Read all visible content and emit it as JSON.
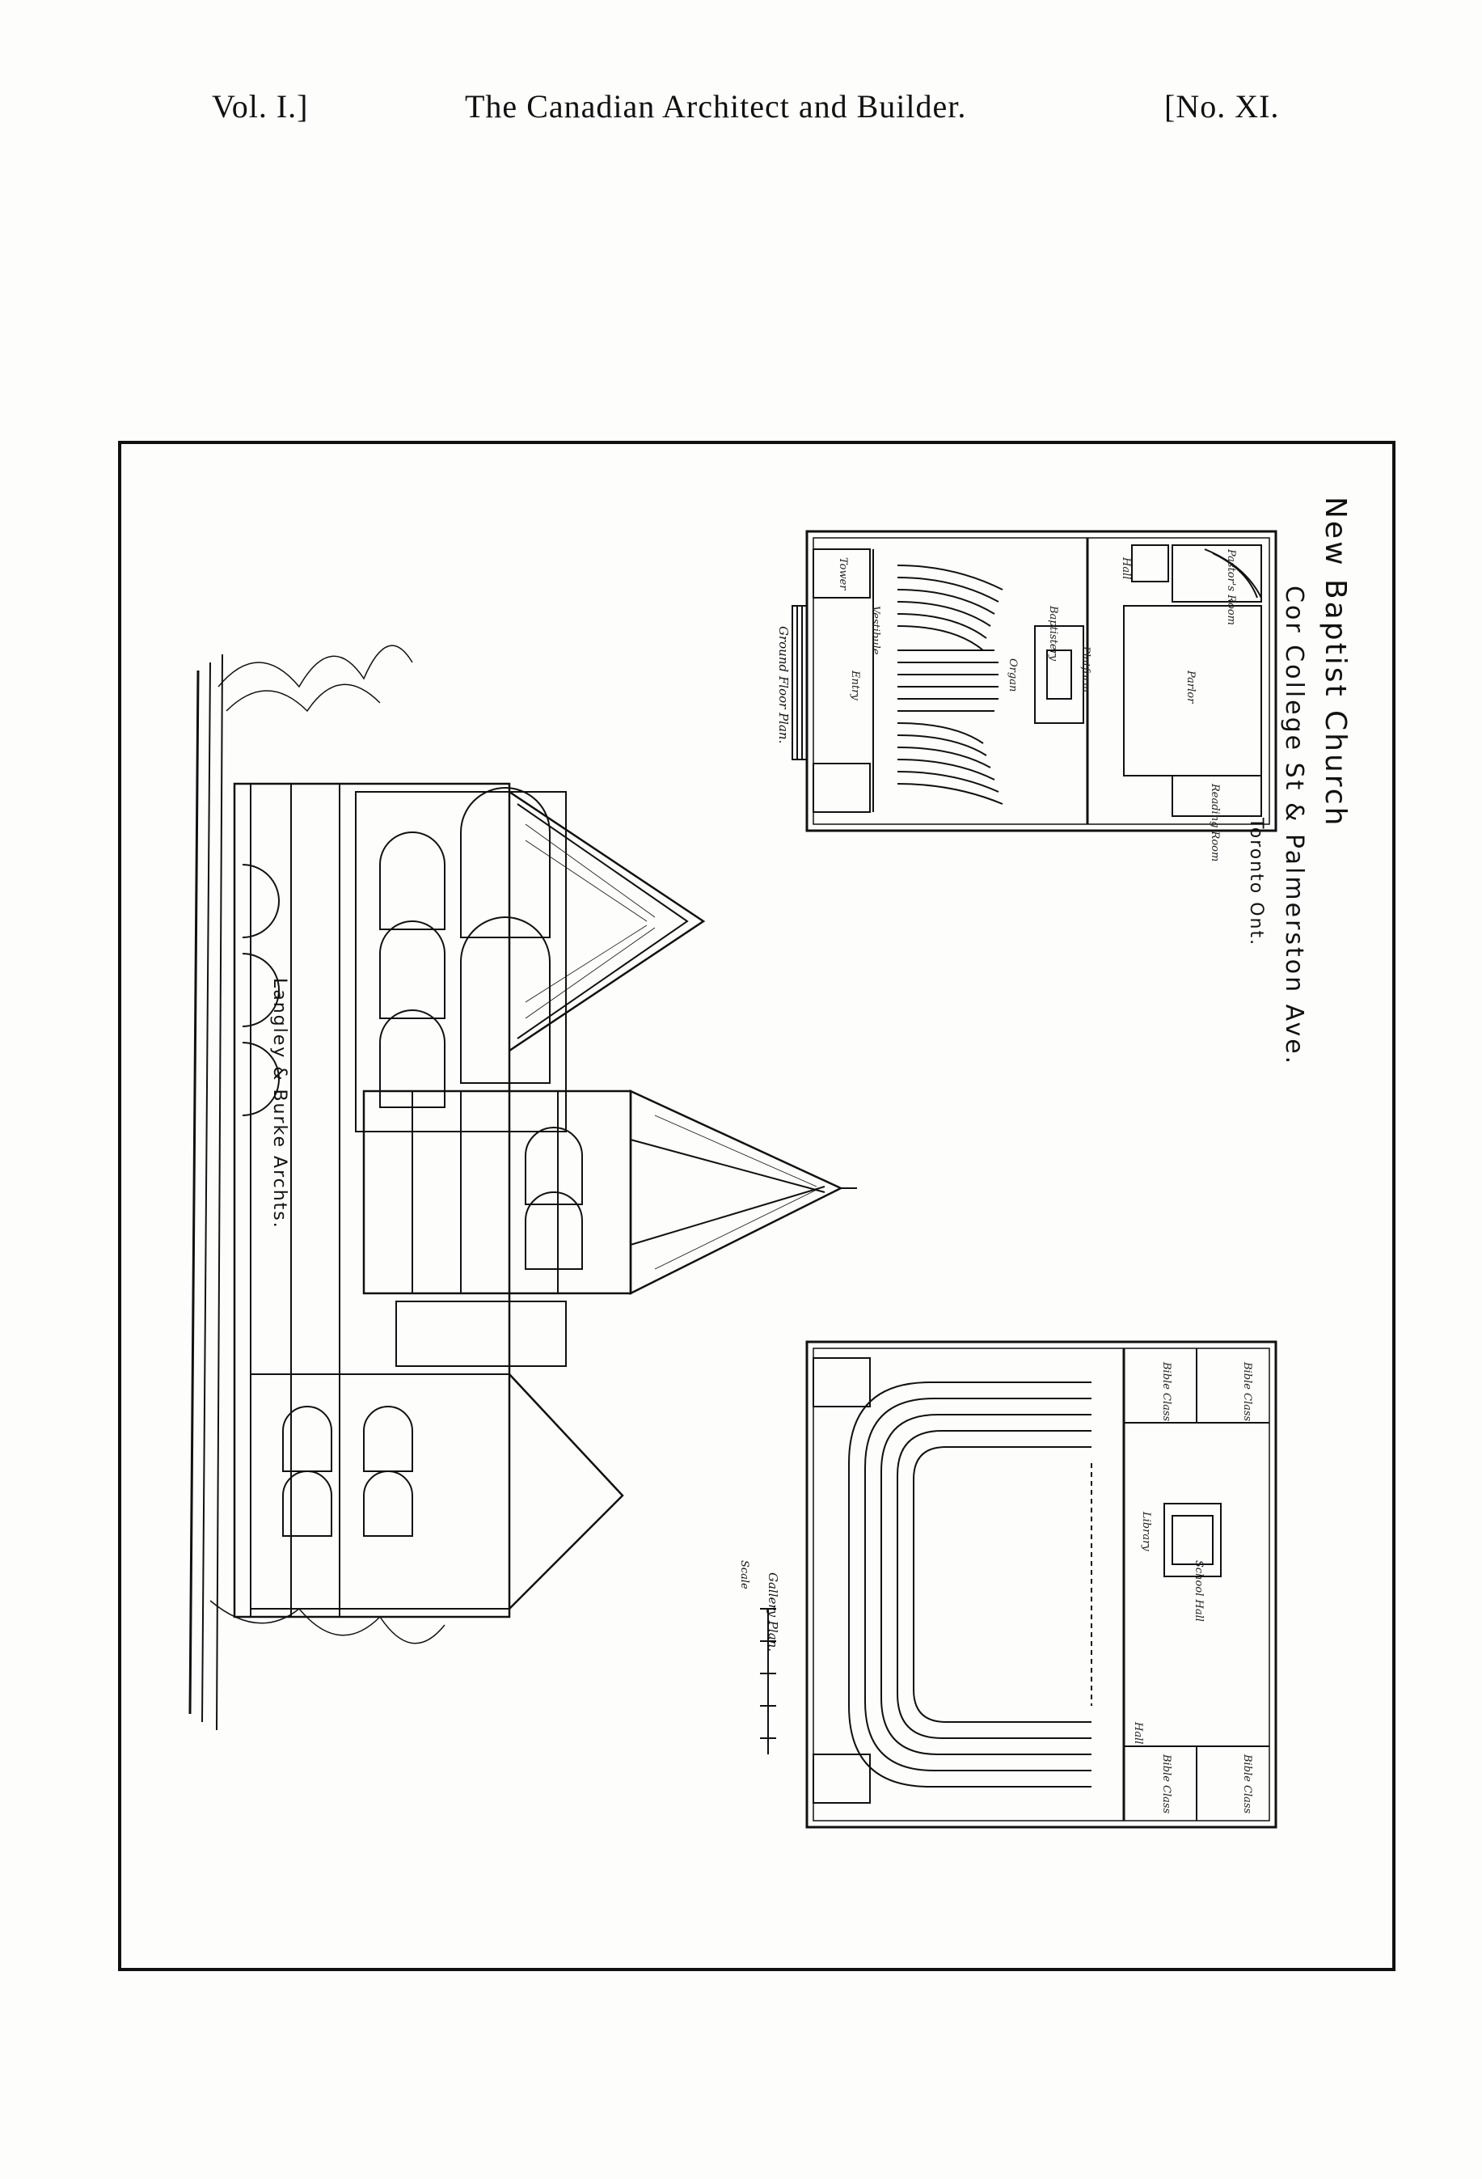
{
  "header": {
    "volume": "Vol. I.]",
    "title": "The Canadian Architect and Builder.",
    "number": "[No. XI."
  },
  "plate": {
    "title_line1": "New Baptist Church",
    "title_line2": "Cor College St & Palmerston Ave.",
    "title_line3": "Toronto Ont.",
    "ground_plan_label": "Ground Floor Plan.",
    "gallery_plan_label": "Gallery Plan.",
    "scale_label": "Scale",
    "architects": "Langley & Burke Archts.",
    "ground_rooms": {
      "tower": "Tower",
      "vestibule": "Vestibule",
      "entry": "Entry",
      "organ": "Organ",
      "platform": "Platform",
      "baptistery": "Baptistery",
      "parlor": "Parlor",
      "reading_room": "Reading Room",
      "pastors_room": "Pastor's Room",
      "hall": "Hall"
    },
    "gallery_rooms": {
      "school_hall": "School Hall",
      "library": "Library",
      "bible_class_1": "Bible Class",
      "bible_class_2": "Bible Class",
      "bible_class_3": "Bible Class",
      "bible_class_4": "Bible Class",
      "hall": "Hall"
    }
  }
}
